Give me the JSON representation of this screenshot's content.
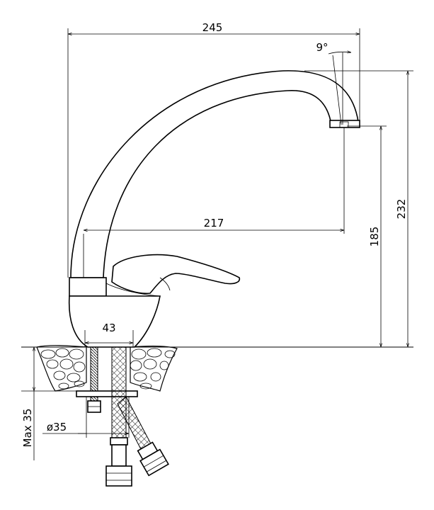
{
  "dimensions": {
    "overall_width": "245",
    "spout_reach": "217",
    "total_height": "232",
    "spout_height": "185",
    "spout_angle": "9°",
    "base_diameter": "43",
    "hole_diameter": "ø35",
    "max_thickness": "Max 35"
  }
}
